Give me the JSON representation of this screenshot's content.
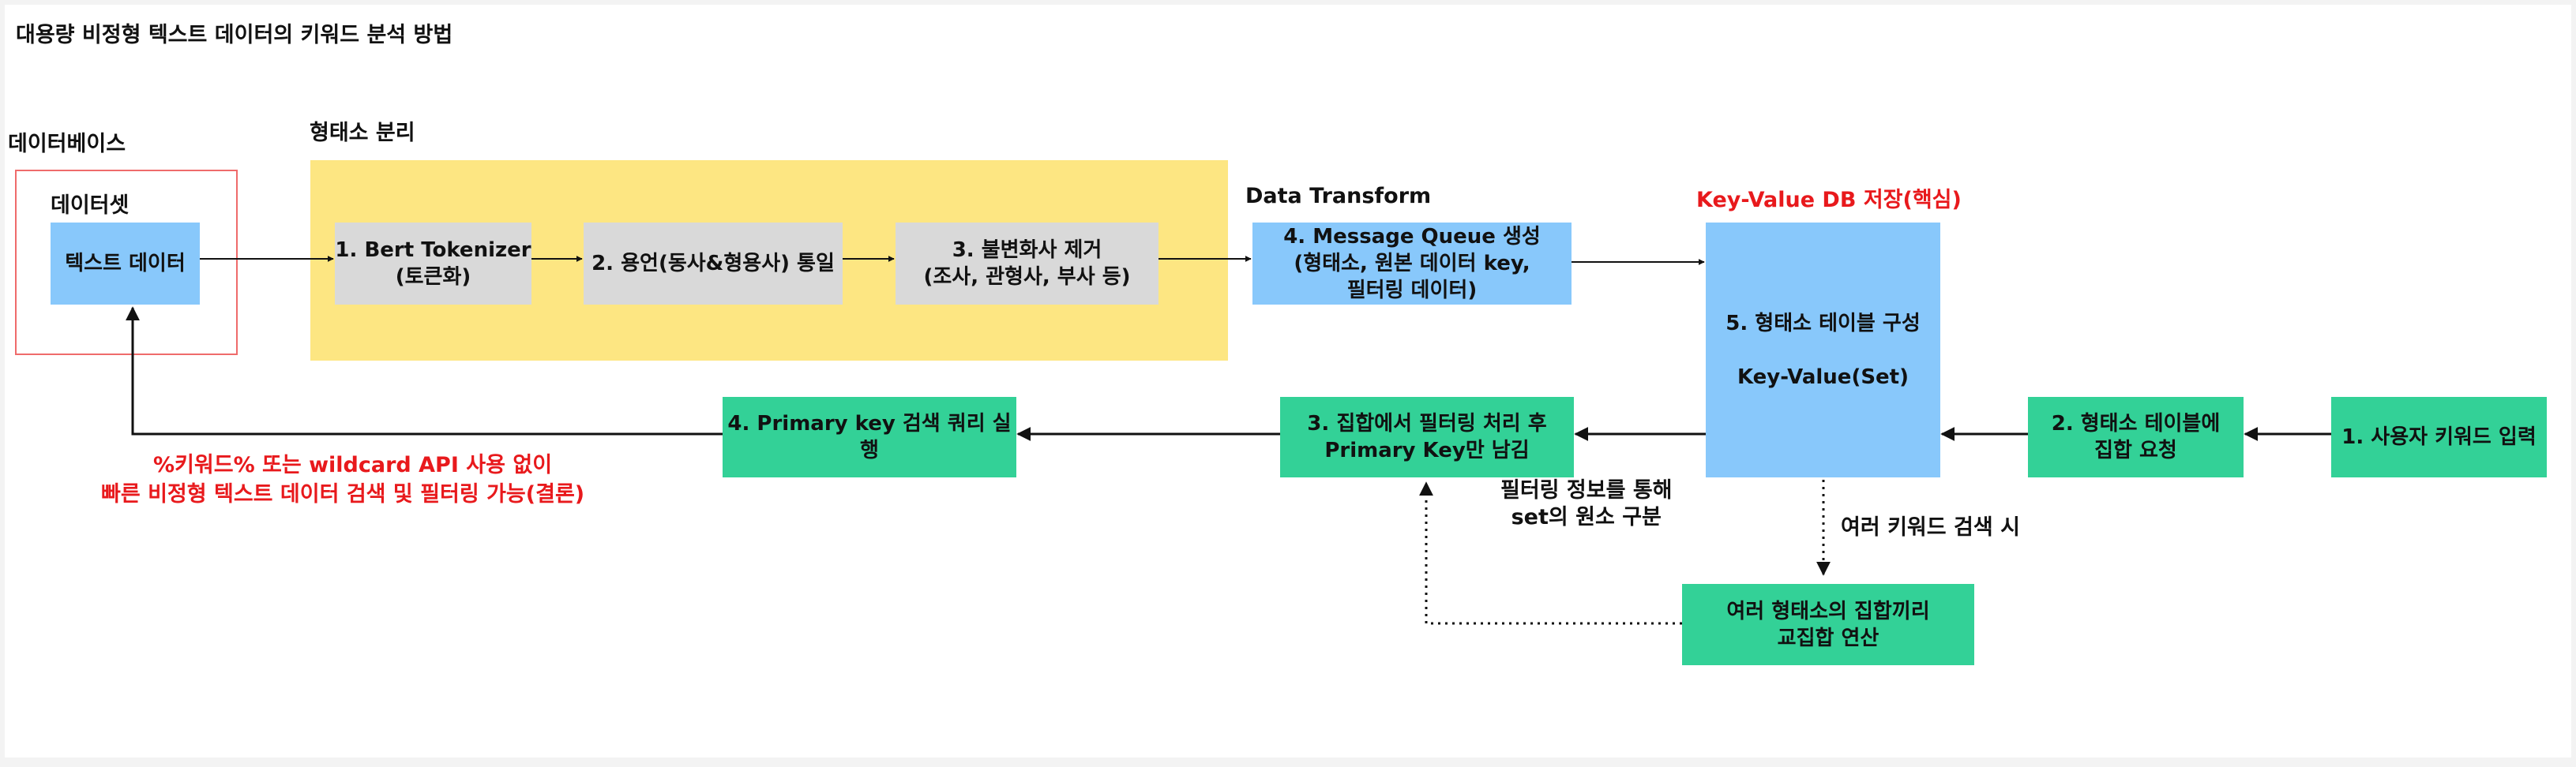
{
  "title": "대용량 비정형 텍스트 데이터의 키워드 분석 방법",
  "labels": {
    "database": "데이터베이스",
    "dataset": "데이터셋",
    "morph_separation": "형태소 분리",
    "data_transform": "Data Transform",
    "kv_store": "Key-Value DB 저장(핵심)",
    "filter_info": "필터링 정보를 통해\nset의 원소 구분",
    "multi_keyword": "여러 키워드 검색 시",
    "conclusion_line1": "%키워드% 또는 wildcard API 사용 없이",
    "conclusion_line2": "빠른 비정형 텍스트 데이터 검색 및 필터링 가능(결론)"
  },
  "nodes": {
    "text_data": "텍스트 데이터",
    "bert_tokenizer": "1. Bert Tokenizer\n(토큰화)",
    "unify_predicates": "2. 용언(동사&형용사) 통일",
    "remove_particles": "3. 불변화사 제거\n(조사, 관형사, 부사 등)",
    "message_queue": "4. Message Queue 생성\n(형태소, 원본 데이터 key,\n필터링 데이터)",
    "morph_table": "5. 형태소 테이블 구성\n\nKey-Value(Set)",
    "user_keyword": "1. 사용자 키워드 입력",
    "request_set": "2. 형태소 테이블에\n집합 요청",
    "filter_set": "3. 집합에서 필터링 처리 후\nPrimary Key만 남김",
    "pk_query": "4. Primary key 검색 쿼리 실행",
    "intersection": "여러 형태소의 집합끼리\n교집합 연산"
  },
  "colors": {
    "blue": "#88c8fb",
    "gray": "#d9d9d9",
    "green": "#33d197",
    "yellow": "#fde682",
    "red": "#e8191c",
    "red_border": "#ef6b6b"
  }
}
